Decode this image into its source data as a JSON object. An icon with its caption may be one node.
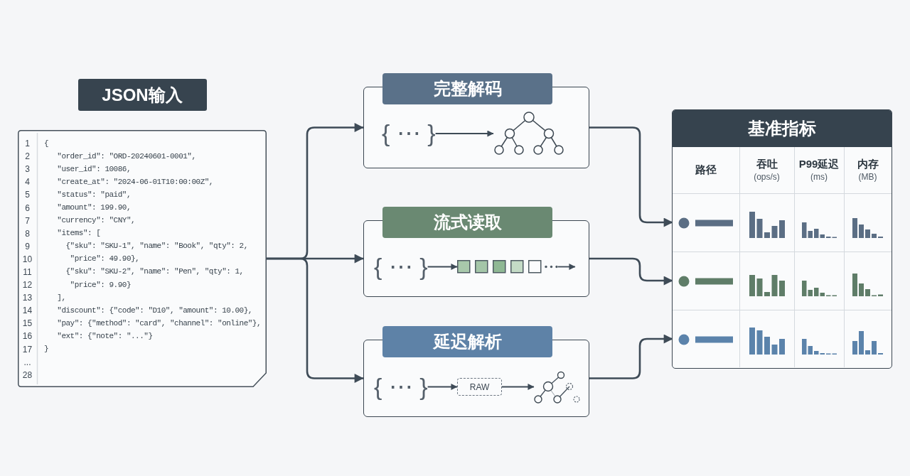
{
  "diagram": {
    "nodes": [
      {
        "text": [
          "JSON输入",
          "{",
          "\"order_id\": \"ORD-20240601-0001\",",
          "\"user_id\": 10086,",
          "\"create_at\": \"2024-06-01T10:00:00Z\",",
          "\"status\": \"paid\",",
          "\"amount\": 199.90,",
          "\"currency\": \"CNY\",",
          "\"items\": [",
          "{\"sku\": \"SKU-1\", \"name\": \"Book\", \"qty\": 2,",
          "\"price\": 49.90},",
          "{\"sku\": \"SKU-2\", \"name\": \"Pen\", \"qty\": 1,",
          "\"price\": 9.90}",
          "],",
          "\"discount\": {\"code\": \"D10\", \"amount\": 10.00},",
          "\"pay\": {\"method\": \"card\", \"channel\": \"online\"},",
          "\"ext\": {\"note\": \"...\"}",
          "}"
        ]
      },
      {
        "text": [
          "完整解码"
        ]
      },
      {
        "text": [
          "{ ⋯ }"
        ],
        "in": 1
      },
      {
        "text": [],
        "shape": "picture",
        "in": 1
      },
      {
        "text": [
          "流式读取"
        ]
      },
      {
        "text": [
          "{ ⋯ }"
        ],
        "in": 4
      },
      {
        "text": [],
        "shape": "picture",
        "in": 4
      },
      {
        "text": [
          "延迟解析"
        ]
      },
      {
        "text": [
          "{ ⋯ }"
        ],
        "in": 7
      },
      {
        "text": [
          "RAW"
        ],
        "in": 7
      },
      {
        "text": [],
        "shape": "picture",
        "in": 7
      },
      {
        "text": [
          "基准指标",
          "路径",
          "吞吐",
          "(ops/s)",
          "P99延迟",
          "(ms)",
          "内存",
          "(MB)"
        ]
      },
      {
        "text": [],
        "shape": "box",
        "in": 11
      },
      {
        "text": [],
        "shape": "box",
        "in": 11
      },
      {
        "text": [],
        "shape": "box",
        "in": 11
      }
    ],
    "edges": [
      {
        "from": 0,
        "to": 1,
        "arrow": "to"
      },
      {
        "from": 0,
        "to": 4,
        "arrow": "to"
      },
      {
        "from": 0,
        "to": 7,
        "arrow": "to"
      },
      {
        "from": 2,
        "to": 3,
        "arrow": "to"
      },
      {
        "from": 5,
        "to": 6,
        "arrow": "to"
      },
      {
        "from": 6,
        "to": null,
        "arrow": "to"
      },
      {
        "from": 8,
        "to": 9,
        "arrow": "to"
      },
      {
        "from": 9,
        "to": 10,
        "arrow": "to"
      },
      {
        "from": 1,
        "to": 12,
        "arrow": "to"
      },
      {
        "from": 4,
        "to": 13,
        "arrow": "to"
      },
      {
        "from": 7,
        "to": 14,
        "arrow": "to"
      }
    ],
    "labels": [
      "1",
      "2",
      "3",
      "4",
      "5",
      "6",
      "7",
      "8",
      "9",
      "10",
      "11",
      "12",
      "13",
      "14",
      "15",
      "16",
      "17",
      "...",
      "28"
    ]
  }
}
